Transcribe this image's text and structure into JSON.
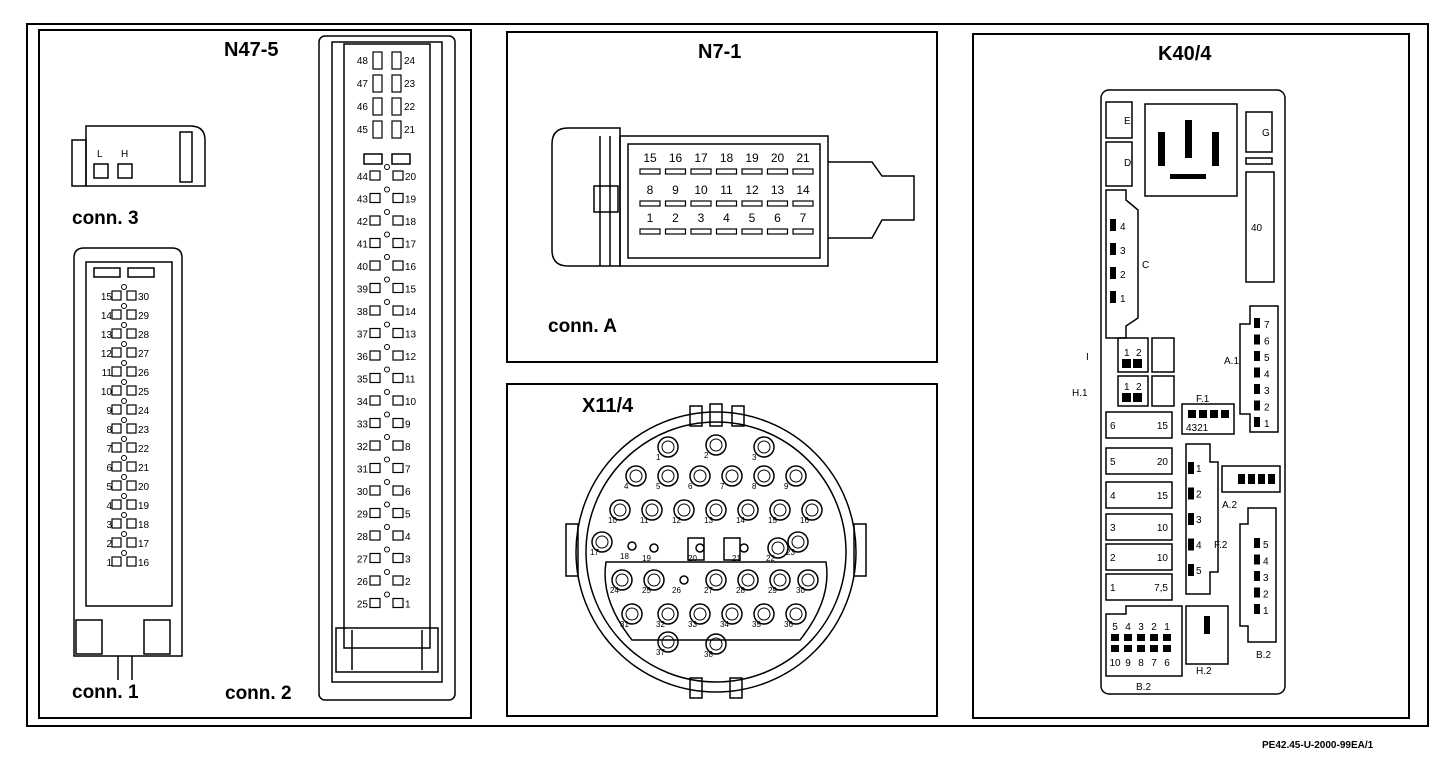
{
  "reference": "PE42.45-U-2000-99EA/1",
  "panels": {
    "n47": {
      "title": "N47-5",
      "conn3": {
        "label": "conn. 3",
        "pins": [
          "L",
          "H"
        ]
      },
      "conn1": {
        "label": "conn. 1",
        "left_pins": [
          "15",
          "14",
          "13",
          "12",
          "11",
          "10",
          "9",
          "8",
          "7",
          "6",
          "5",
          "4",
          "3",
          "2",
          "1"
        ],
        "right_pins": [
          "30",
          "29",
          "28",
          "27",
          "26",
          "25",
          "24",
          "23",
          "22",
          "21",
          "20",
          "19",
          "18",
          "17",
          "16"
        ]
      },
      "conn2": {
        "label": "conn. 2",
        "top_left": [
          "48",
          "47",
          "46",
          "45"
        ],
        "top_right": [
          "24",
          "23",
          "22",
          "21"
        ],
        "left_pins": [
          "44",
          "43",
          "42",
          "41",
          "40",
          "39",
          "38",
          "37",
          "36",
          "35",
          "34",
          "33",
          "32",
          "31",
          "30",
          "29",
          "28",
          "27",
          "26",
          "25"
        ],
        "right_pins": [
          "20",
          "19",
          "18",
          "17",
          "16",
          "15",
          "14",
          "13",
          "12",
          "11",
          "10",
          "9",
          "8",
          "7",
          "6",
          "5",
          "4",
          "3",
          "2",
          "1"
        ]
      }
    },
    "n7": {
      "title": "N7-1",
      "label": "conn. A",
      "rows": [
        [
          "15",
          "16",
          "17",
          "18",
          "19",
          "20",
          "21"
        ],
        [
          "8",
          "9",
          "10",
          "11",
          "12",
          "13",
          "14"
        ],
        [
          "1",
          "2",
          "3",
          "4",
          "5",
          "6",
          "7"
        ]
      ]
    },
    "x11": {
      "title": "X11/4",
      "pins": [
        "1",
        "2",
        "3",
        "4",
        "5",
        "6",
        "7",
        "8",
        "9",
        "10",
        "11",
        "12",
        "13",
        "14",
        "15",
        "16",
        "17",
        "18",
        "19",
        "20",
        "21",
        "22",
        "23",
        "24",
        "25",
        "26",
        "27",
        "28",
        "29",
        "30",
        "31",
        "32",
        "33",
        "34",
        "35",
        "36",
        "37",
        "38"
      ]
    },
    "k40": {
      "title": "K40/4",
      "labels": {
        "E": "E",
        "D": "D",
        "G": "G",
        "C": "C",
        "forty": "40",
        "I": "I",
        "H1": "H.1",
        "A1": "A.1",
        "F1": "F.1",
        "A2": "A.2",
        "F2": "F.2",
        "B2a": "B.2",
        "B2b": "B.2",
        "H2": "H.2",
        "f1_pins": "4321",
        "b2_top": [
          "5",
          "4",
          "3",
          "2",
          "1"
        ],
        "b2_bottom": [
          "10",
          "9",
          "8",
          "7",
          "6"
        ]
      },
      "c_pins": [
        "4",
        "3",
        "2",
        "1"
      ],
      "a1_pins": [
        "7",
        "6",
        "5",
        "4",
        "3",
        "2",
        "1"
      ],
      "f2_pins": [
        "1",
        "2",
        "3",
        "4",
        "5"
      ],
      "b2r_pins": [
        "5",
        "4",
        "3",
        "2",
        "1"
      ],
      "ih_pins": [
        "1",
        "2"
      ],
      "fuses": [
        {
          "num": "6",
          "amp": "15"
        },
        {
          "num": "5",
          "amp": "20"
        },
        {
          "num": "4",
          "amp": "15"
        },
        {
          "num": "3",
          "amp": "10"
        },
        {
          "num": "2",
          "amp": "10"
        },
        {
          "num": "1",
          "amp": "7,5"
        }
      ]
    }
  }
}
